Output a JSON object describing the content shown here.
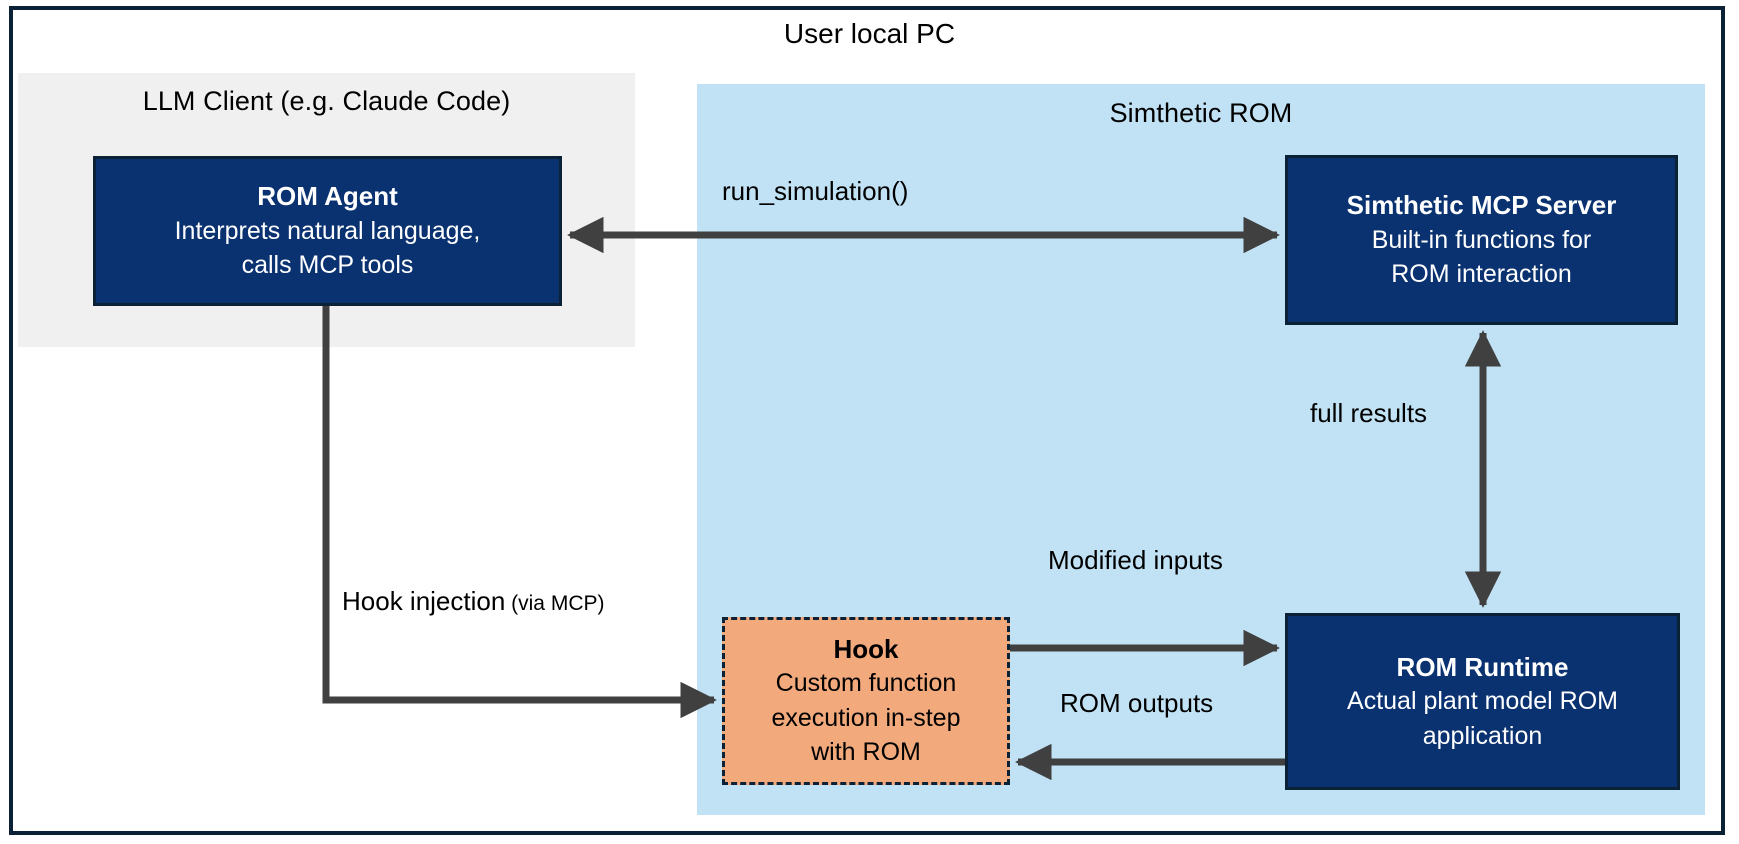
{
  "diagram": {
    "title": "User local PC",
    "type": "architecture-diagram"
  },
  "regions": [
    {
      "id": "llm-client",
      "label": "LLM Client (e.g. Claude Code)",
      "fill": "#F0F0F0"
    },
    {
      "id": "simthetic-rom",
      "label": "Simthetic ROM",
      "fill": "#C1E2F4"
    }
  ],
  "nodes": [
    {
      "id": "rom-agent",
      "title": "ROM Agent",
      "desc": "Interprets natural language,\ncalls MCP tools",
      "desc_line1": "Interprets natural language,",
      "desc_line2": "calls MCP tools",
      "fill": "#0A3270",
      "text_color": "#FFFFFF",
      "border_style": "solid"
    },
    {
      "id": "mcp-server",
      "title": "Simthetic MCP Server",
      "desc_line1": "Built-in functions for",
      "desc_line2": "ROM interaction",
      "fill": "#0A3270",
      "text_color": "#FFFFFF",
      "border_style": "solid"
    },
    {
      "id": "hook",
      "title": "Hook",
      "desc_line1": "Custom function",
      "desc_line2": "execution in-step",
      "desc_line3": "with ROM",
      "fill": "#F2A97C",
      "text_color": "#000000",
      "border_style": "dashed"
    },
    {
      "id": "rom-runtime",
      "title": "ROM Runtime",
      "desc_line1": "Actual plant model ROM",
      "desc_line2": "application",
      "fill": "#0A3270",
      "text_color": "#FFFFFF",
      "border_style": "solid"
    }
  ],
  "edges": [
    {
      "id": "run-simulation",
      "label": "run_simulation()",
      "from": "rom-agent",
      "to": "mcp-server",
      "direction": "bidirectional"
    },
    {
      "id": "full-results",
      "label": "full results",
      "from": "rom-runtime",
      "to": "mcp-server",
      "direction": "bidirectional"
    },
    {
      "id": "hook-injection",
      "label": "Hook injection",
      "label_sub": " (via MCP)",
      "from": "rom-agent",
      "to": "hook",
      "direction": "forward"
    },
    {
      "id": "modified-inputs",
      "label": "Modified inputs",
      "from": "hook",
      "to": "rom-runtime",
      "direction": "forward"
    },
    {
      "id": "rom-outputs",
      "label": "ROM outputs",
      "from": "rom-runtime",
      "to": "hook",
      "direction": "forward"
    }
  ],
  "colors": {
    "frame": "#0B2236",
    "navy": "#0A3270",
    "light_blue": "#C1E2F4",
    "gray": "#F0F0F0",
    "salmon": "#F2A97C",
    "arrow": "#404040"
  }
}
